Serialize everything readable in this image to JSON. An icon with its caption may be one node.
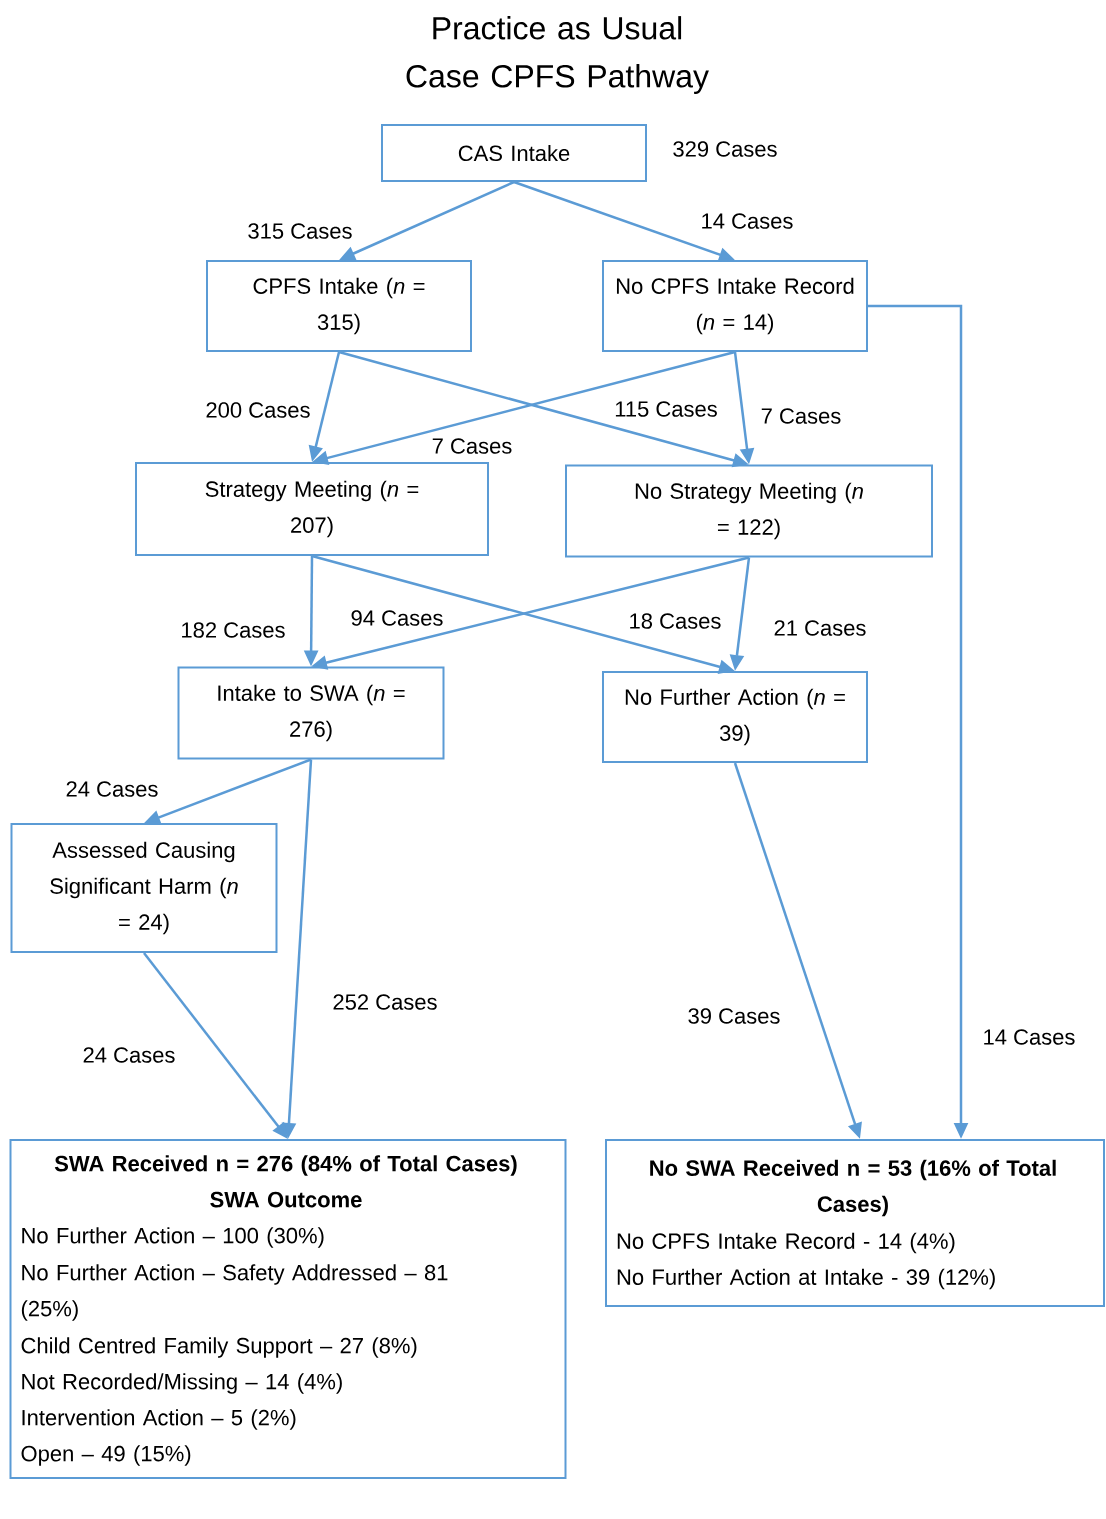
{
  "diagram": {
    "title": "Practice as Usual Case CPFS Pathway",
    "nodes": [
      {
        "text": [
          "CAS Intake"
        ],
        "beside": [
          "329 Cases"
        ]
      },
      {
        "text": [
          "CPFS Intake (*n* = 315)"
        ]
      },
      {
        "text": [
          "No CPFS Intake Record (*n* = 14)"
        ]
      },
      {
        "text": [
          "Strategy Meeting (*n* = 207)"
        ]
      },
      {
        "text": [
          "No Strategy Meeting (*n* = 122)"
        ]
      },
      {
        "text": [
          "Intake to SWA (*n* = 276)"
        ]
      },
      {
        "text": [
          "No Further Action (*n* = 39)"
        ]
      },
      {
        "text": [
          "Assessed Causing Significant Harm (*n* = 24)"
        ]
      },
      {
        "text": [
          "SWA Received n = 276 (84% of Total Cases)",
          "SWA Outcome",
          "No Further Action –  100 (30%)",
          "No Further Action – Safety Addressed – 81 (25%)",
          "Child Centred Family Support – 27 (8%)",
          "Not Recorded/Missing – 14 (4%)",
          "Intervention Action – 5 (2%)",
          "Open – 49 (15%)"
        ]
      },
      {
        "text": [
          "No SWA Received n = 53 (16% of Total Cases)",
          "No CPFS Intake Record - 14 (4%)",
          "No Further Action at Intake - 39 (12%)"
        ]
      }
    ],
    "edges": [
      {
        "from": 0,
        "to": 1,
        "arrow": "to",
        "label": "315 Cases"
      },
      {
        "from": 0,
        "to": 2,
        "arrow": "to",
        "label": "14 Cases"
      },
      {
        "from": 1,
        "to": 3,
        "arrow": "to",
        "label": "200 Cases"
      },
      {
        "from": 1,
        "to": 4,
        "arrow": "to",
        "label": "115 Cases"
      },
      {
        "from": 2,
        "to": 3,
        "arrow": "to",
        "label": "7 Cases"
      },
      {
        "from": 2,
        "to": 4,
        "arrow": "to",
        "label": "7 Cases"
      },
      {
        "from": 2,
        "to": 9,
        "arrow": "to",
        "label": "14 Cases"
      },
      {
        "from": 3,
        "to": 5,
        "arrow": "to",
        "label": "182 Cases"
      },
      {
        "from": 4,
        "to": 5,
        "arrow": "to",
        "label": "94 Cases"
      },
      {
        "from": 3,
        "to": 6,
        "arrow": "to",
        "label": "18 Cases"
      },
      {
        "from": 4,
        "to": 6,
        "arrow": "to",
        "label": "21 Cases"
      },
      {
        "from": 5,
        "to": 7,
        "arrow": "to",
        "label": "24 Cases"
      },
      {
        "from": 5,
        "to": 8,
        "arrow": "to",
        "label": "252 Cases"
      },
      {
        "from": 7,
        "to": 8,
        "arrow": "to",
        "label": "24 Cases"
      },
      {
        "from": 6,
        "to": 9,
        "arrow": "to",
        "label": "39 Cases"
      }
    ]
  }
}
